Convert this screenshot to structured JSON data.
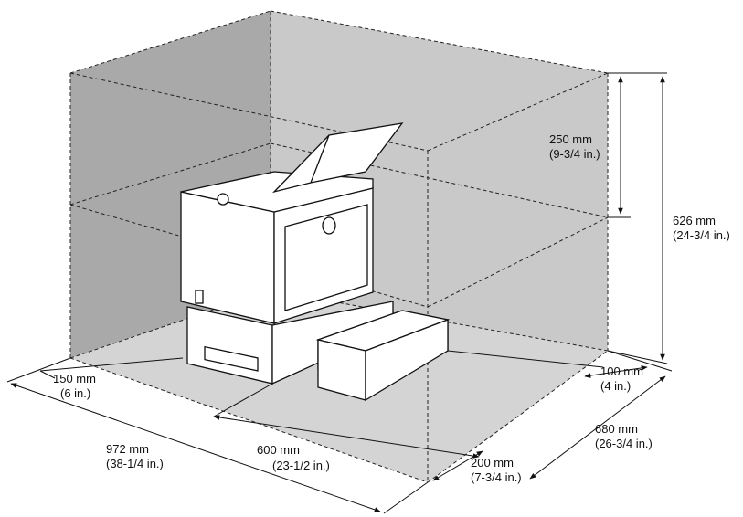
{
  "colors": {
    "wall_dark": "#a9a9a9",
    "wall_light": "#c9c9c9",
    "floor": "#d4d4d4",
    "printer_body": "#ffffff",
    "line": "#111111"
  },
  "dimensions": {
    "top_clearance": {
      "mm": "250 mm",
      "in": "(9-3/4 in.)"
    },
    "total_height": {
      "mm": "626 mm",
      "in": "(24-3/4 in.)"
    },
    "left_clearance": {
      "mm": "150 mm",
      "in": "(6 in.)"
    },
    "right_clearance": {
      "mm": "100 mm",
      "in": "(4 in.)"
    },
    "total_width": {
      "mm": "972 mm",
      "in": "(38-1/4 in.)"
    },
    "printer_width": {
      "mm": "600 mm",
      "in": "(23-1/2 in.)"
    },
    "front_clearance": {
      "mm": "200 mm",
      "in": "(7-3/4 in.)"
    },
    "total_depth": {
      "mm": "680 mm",
      "in": "(26-3/4 in.)"
    }
  }
}
